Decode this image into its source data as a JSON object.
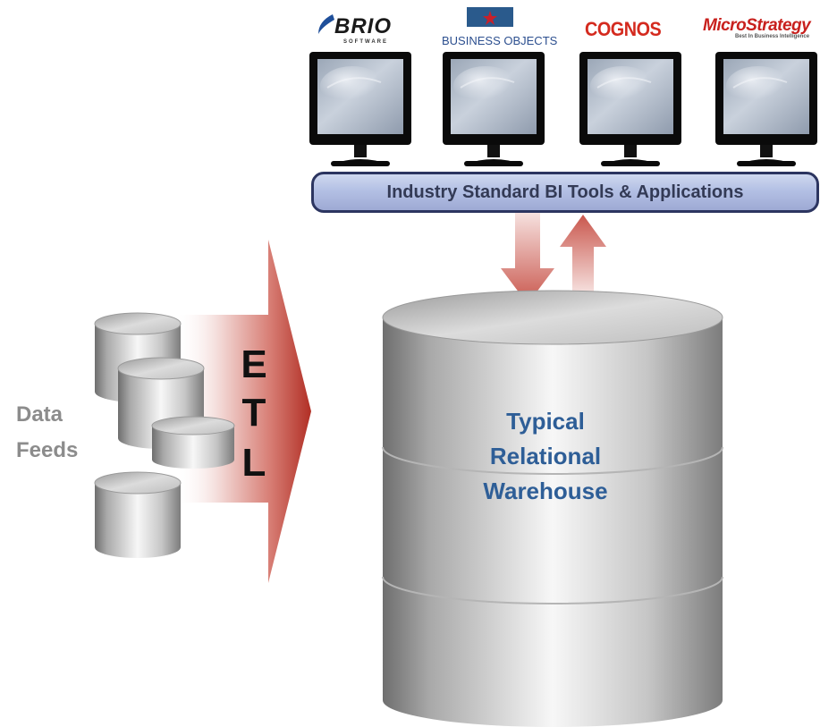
{
  "vendors": {
    "brio_name": "BRIO",
    "brio_sub": "SOFTWARE",
    "business_objects": "BUSINESS OBJECTS",
    "cognos": "COGNOS",
    "microstrategy": "MicroStrategy",
    "microstrategy_tagline": "Best In Business Intelligence"
  },
  "bi_tools_label": "Industry Standard BI Tools & Applications",
  "data_feeds_label": [
    "Data",
    "Feeds"
  ],
  "etl_letters": [
    "E",
    "T",
    "L"
  ],
  "warehouse_label": [
    "Typical",
    "Relational",
    "Warehouse"
  ],
  "colors": {
    "band_border": "#2c3560",
    "band_fill": "#b3c0e4",
    "band_text": "#333a55",
    "etl_arrow": "#b83a30",
    "flow_arrow": "#d07a74",
    "warehouse_text": "#2e5e97",
    "feeds_text": "#8c8c8c"
  },
  "icons": {
    "monitor": "monitor-icon",
    "source_db": "database-cylinder-icon",
    "warehouse": "warehouse-cylinder-icon",
    "etl": "right-arrow-icon",
    "query": "down-arrow-icon",
    "results": "up-arrow-icon"
  }
}
